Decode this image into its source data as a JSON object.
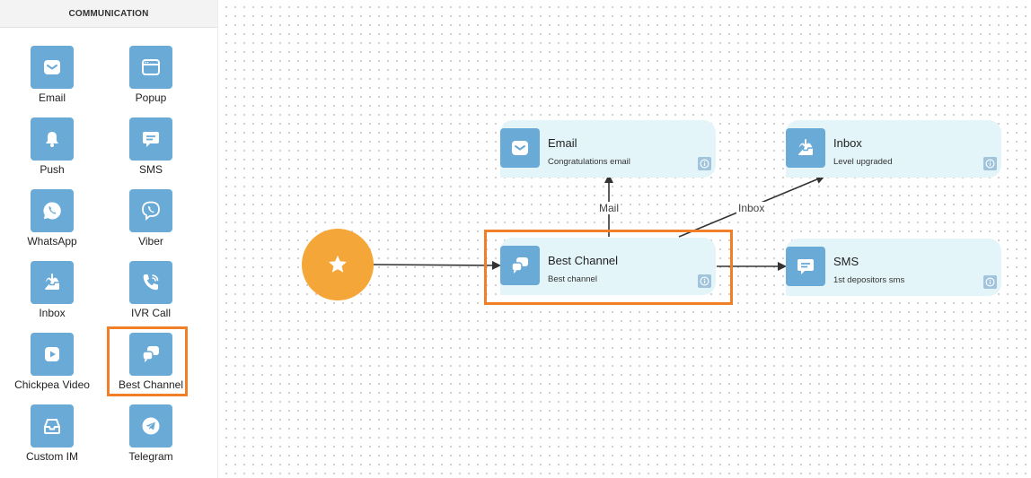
{
  "sidebar": {
    "title": "COMMUNICATION",
    "items": [
      {
        "label": "Email",
        "icon": "email-icon"
      },
      {
        "label": "Popup",
        "icon": "popup-window-icon"
      },
      {
        "label": "Push",
        "icon": "bell-icon"
      },
      {
        "label": "SMS",
        "icon": "chat-bubble-icon"
      },
      {
        "label": "WhatsApp",
        "icon": "whatsapp-icon"
      },
      {
        "label": "Viber",
        "icon": "viber-icon"
      },
      {
        "label": "Inbox",
        "icon": "inbox-icon"
      },
      {
        "label": "IVR Call",
        "icon": "phone-call-icon"
      },
      {
        "label": "Chickpea Video",
        "icon": "play-icon"
      },
      {
        "label": "Best Channel",
        "icon": "chat-bubbles-icon"
      },
      {
        "label": "Custom IM",
        "icon": "tray-icon"
      },
      {
        "label": "Telegram",
        "icon": "telegram-icon"
      }
    ]
  },
  "flow": {
    "start": {
      "icon": "star-icon"
    },
    "nodes": {
      "email": {
        "title": "Email",
        "subtitle": "Congratulations email",
        "icon": "email-icon"
      },
      "inbox": {
        "title": "Inbox",
        "subtitle": "Level upgraded",
        "icon": "inbox-icon"
      },
      "best_channel": {
        "title": "Best Channel",
        "subtitle": "Best channel",
        "icon": "chat-bubbles-icon"
      },
      "sms": {
        "title": "SMS",
        "subtitle": "1st depositors sms",
        "icon": "chat-bubble-icon"
      }
    },
    "edge_labels": {
      "mail": "Mail",
      "inbox": "Inbox"
    }
  },
  "colors": {
    "tile": "#6aaad6",
    "node_bg": "#e3f5f9",
    "start": "#f4a638",
    "highlight": "#f07f28"
  }
}
